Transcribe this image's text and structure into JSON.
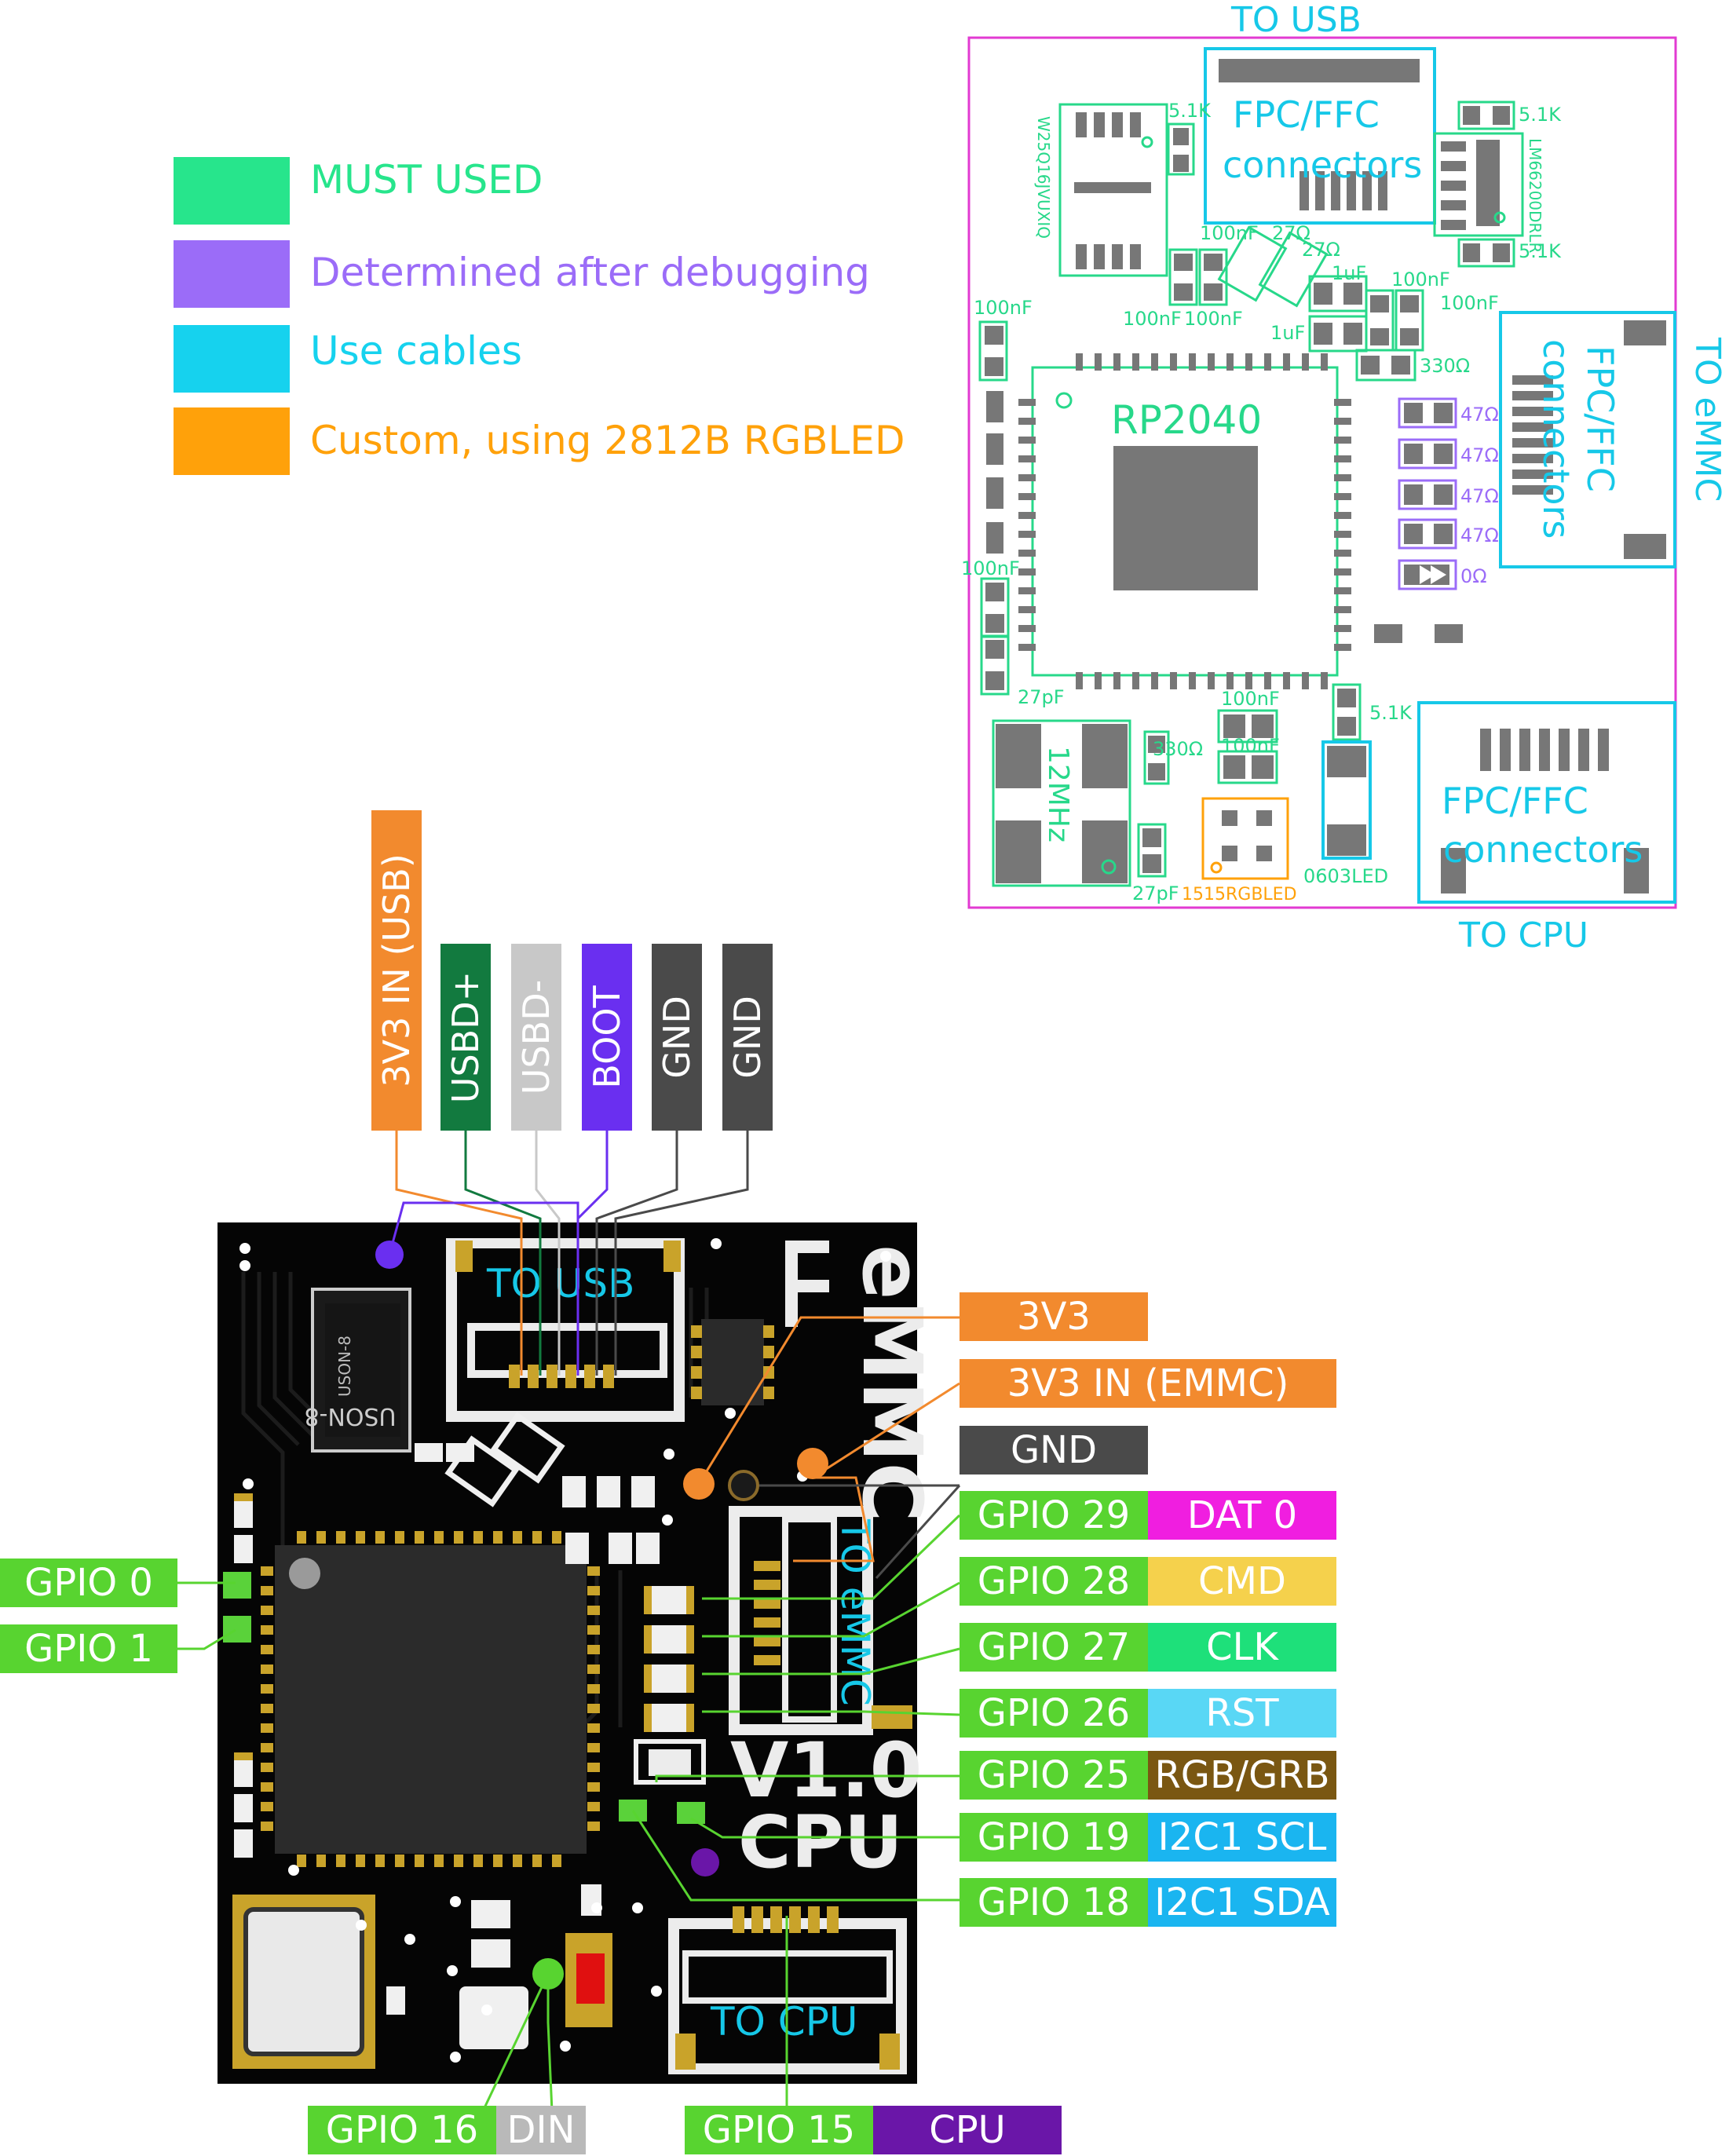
{
  "legend": [
    {
      "label": "MUST USED",
      "color": "#27e58c"
    },
    {
      "label": "Determined after debugging",
      "color": "#9b6cf8"
    },
    {
      "label": "Use cables",
      "color": "#16d2ee"
    },
    {
      "label": "Custom, using 2812B RGBLED",
      "color": "#ffa10a"
    }
  ],
  "schematic": {
    "to_usb": "TO USB",
    "to_emmc": "TO eMMC",
    "to_cpu": "TO CPU",
    "fpc1": "FPC/FFC",
    "fpc1b": "connectors",
    "fpc2": "FPC/FFC",
    "fpc2b": "connectors",
    "fpc3": "FPC/FFC",
    "fpc3b": "connectors",
    "mcu": "RP2040",
    "flash": "W25Q16JVUXIQ",
    "ldo": "LM66200DRLR",
    "crystal": "12MHz",
    "rgbled": "1515RGBLED",
    "led": "0603LED",
    "r51k_1": "5.1K",
    "r51k_2": "5.1K",
    "r51k_3": "5.1K",
    "r51k_4": "5.1K",
    "r27_1": "27Ω",
    "r27_2": "27Ω",
    "c100n_1": "100nF",
    "c100n_2": "100nF",
    "c100n_3": "100nF",
    "c100n_4": "100nF",
    "c100n_5": "100nF",
    "c100n_6": "100nF",
    "c100n_7": "100nF",
    "c100n_8": "100nF",
    "c100n_9": "100nF",
    "c1u_1": "1uF",
    "c1u_2": "1uF",
    "r330_1": "330Ω",
    "r330_2": "330Ω",
    "r47_1": "47Ω",
    "r47_2": "47Ω",
    "r47_3": "47Ω",
    "r47_4": "47Ω",
    "r0": "0Ω",
    "c27p_1": "27pF",
    "c27p_2": "27pF"
  },
  "top_pins": [
    {
      "label": "3V3 IN (USB)",
      "color": "#f28a2e"
    },
    {
      "label": "USBD+",
      "color": "#127a3f"
    },
    {
      "label": "USBD-",
      "color": "#c8c8c8"
    },
    {
      "label": "BOOT",
      "color": "#6a2ff0"
    },
    {
      "label": "GND",
      "color": "#4a4a4a"
    },
    {
      "label": "GND",
      "color": "#4a4a4a"
    }
  ],
  "board": {
    "to_usb": "TO USB",
    "to_emmc": "TO eMMC",
    "to_cpu": "TO CPU",
    "chip_mark": "USON-8",
    "silk_emmc": "eMMC",
    "silk_ver": "V1.0",
    "silk_cpu": "CPU"
  },
  "right_pins": [
    {
      "label": "3V3",
      "color": "#f28a2e"
    },
    {
      "label": "3V3 IN (EMMC)",
      "color": "#f28a2e"
    },
    {
      "label": "GND",
      "color": "#4a4a4a"
    },
    {
      "gpio": "GPIO 29",
      "func": "DAT 0",
      "func_color": "#f01ee0"
    },
    {
      "gpio": "GPIO 28",
      "func": "CMD",
      "func_color": "#f5d14c"
    },
    {
      "gpio": "GPIO 27",
      "func": "CLK",
      "func_color": "#1ee07a"
    },
    {
      "gpio": "GPIO 26",
      "func": "RST",
      "func_color": "#59d7f5"
    },
    {
      "gpio": "GPIO 25",
      "func": "RGB/GRB",
      "func_color": "#7a5712"
    },
    {
      "gpio": "GPIO 19",
      "func": "I2C1 SCL",
      "func_color": "#1ab5f0"
    },
    {
      "gpio": "GPIO 18",
      "func": "I2C1 SDA",
      "func_color": "#1ab5f0"
    }
  ],
  "left_pins": [
    {
      "gpio": "GPIO 0"
    },
    {
      "gpio": "GPIO 1"
    }
  ],
  "bottom_pins": [
    {
      "gpio": "GPIO 16",
      "func": "DIN",
      "func_color": "#b9b9b9"
    },
    {
      "gpio": "GPIO 15",
      "func": "CPU",
      "func_color": "#6a16a8"
    }
  ],
  "gpio_color": "#58d430"
}
